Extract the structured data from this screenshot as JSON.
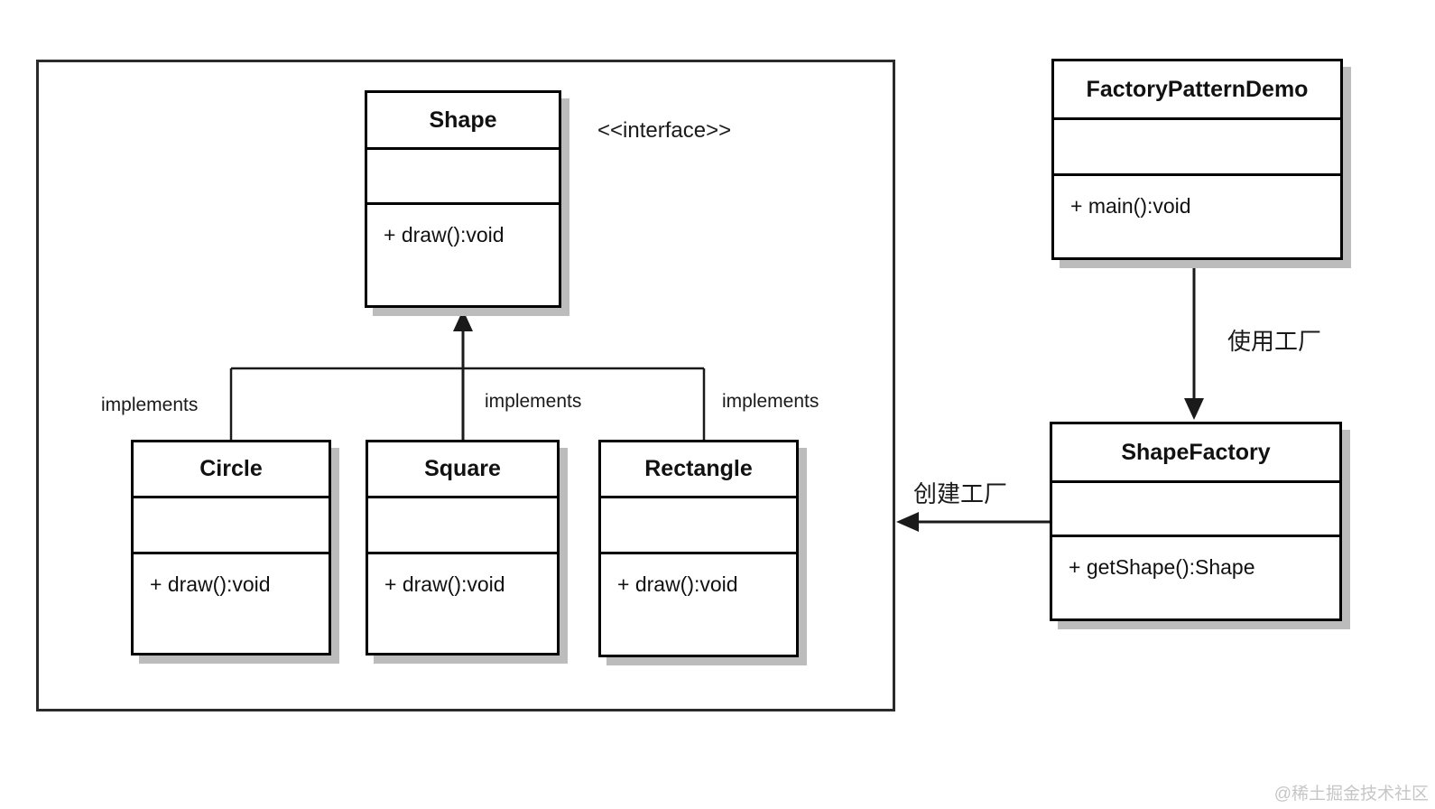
{
  "diagram": {
    "title_hint": "Factory Pattern UML class diagram",
    "interface_stereotype": "<<interface>>",
    "classes": [
      {
        "id": "shape",
        "name": "Shape",
        "methods": [
          "+ draw():void"
        ]
      },
      {
        "id": "circle",
        "name": "Circle",
        "methods": [
          "+ draw():void"
        ]
      },
      {
        "id": "square",
        "name": "Square",
        "methods": [
          "+ draw():void"
        ]
      },
      {
        "id": "rectangle",
        "name": "Rectangle",
        "methods": [
          "+ draw():void"
        ]
      },
      {
        "id": "demo",
        "name": "FactoryPatternDemo",
        "methods": [
          "+ main():void"
        ]
      },
      {
        "id": "factory",
        "name": "ShapeFactory",
        "methods": [
          "+ getShape():Shape"
        ]
      }
    ],
    "labels": {
      "implements_left": "implements",
      "implements_middle": "implements",
      "implements_right": "implements",
      "use_factory": "使用工厂",
      "create_factory": "创建工厂"
    },
    "relations": [
      {
        "from": "Circle",
        "to": "Shape",
        "type": "implements",
        "arrow": "solid-triangle-up"
      },
      {
        "from": "Square",
        "to": "Shape",
        "type": "implements",
        "arrow": "solid-triangle-up"
      },
      {
        "from": "Rectangle",
        "to": "Shape",
        "type": "implements",
        "arrow": "solid-triangle-up"
      },
      {
        "from": "FactoryPatternDemo",
        "to": "ShapeFactory",
        "type": "uses",
        "label": "使用工厂"
      },
      {
        "from": "ShapeFactory",
        "to": "shapes-package",
        "type": "creates",
        "label": "创建工厂"
      }
    ],
    "watermark": "@稀土掘金技术社区",
    "colors": {
      "background": "#ffffff",
      "line": "#1a1a1a",
      "box_border": "#000000",
      "box_shadow": "#bcbcbc",
      "watermark": "#c6c6c6"
    }
  }
}
